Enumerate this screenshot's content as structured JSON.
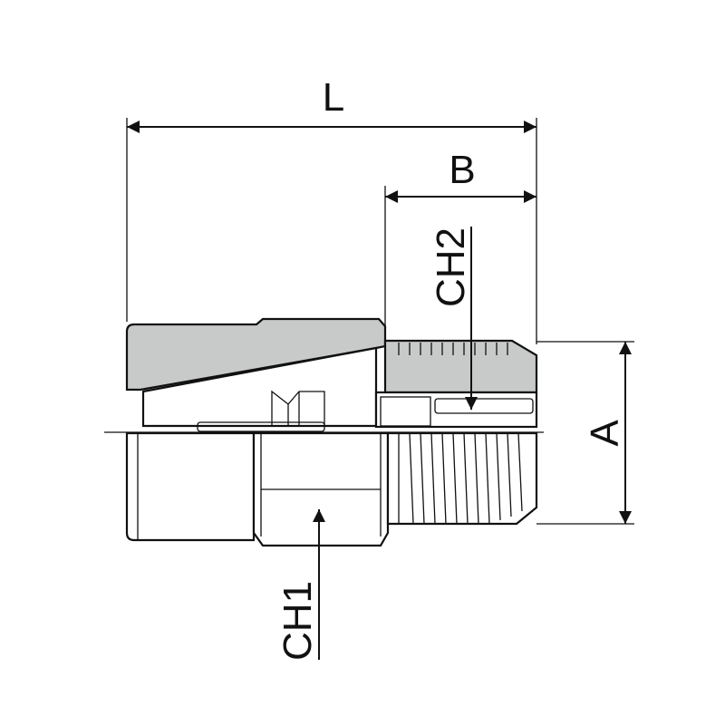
{
  "labels": {
    "length": "L",
    "thread_length": "B",
    "diameter": "A",
    "hex1": "CH1",
    "hex2": "CH2"
  },
  "colors": {
    "section_fill": "#c8c9c9",
    "body_fill": "#ffffff",
    "line": "#111111"
  }
}
